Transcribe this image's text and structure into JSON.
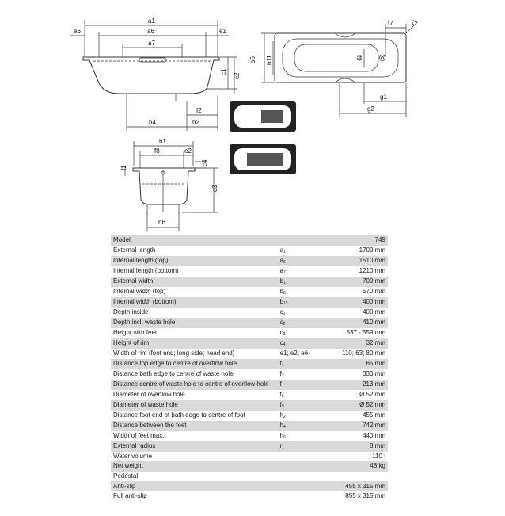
{
  "drawing_labels": {
    "a1": "a1",
    "a6": "a6",
    "a7": "a7",
    "e6": "e6",
    "e1": "e1",
    "c1": "c1",
    "c2": "c2",
    "b6": "b6",
    "b11": "b11",
    "f2": "f2",
    "h4": "h4",
    "h2": "h2",
    "f7": "f7",
    "r1": "r1",
    "f9": "f9",
    "g1": "g1",
    "g2": "g2",
    "b1": "b1",
    "f8": "f8",
    "e2": "e2",
    "f1": "f1",
    "c4": "c4",
    "c3": "c3",
    "h6": "h6"
  },
  "table": {
    "rows": [
      {
        "label": "Model",
        "sym": "",
        "sub": "",
        "value": "749"
      },
      {
        "label": "External length",
        "sym": "a",
        "sub": "1",
        "value": "1700 mm"
      },
      {
        "label": "Internal length (top)",
        "sym": "a",
        "sub": "6",
        "value": "1510 mm"
      },
      {
        "label": "Internal length (bottom)",
        "sym": "a",
        "sub": "7",
        "value": "1210 mm"
      },
      {
        "label": "External width",
        "sym": "b",
        "sub": "1",
        "value": "700 mm"
      },
      {
        "label": "Internal width (top)",
        "sym": "b",
        "sub": "6",
        "value": "570 mm"
      },
      {
        "label": "Internal width (bottom)",
        "sym": "b",
        "sub": "11",
        "value": "400 mm"
      },
      {
        "label": "Depth inside",
        "sym": "c",
        "sub": "1",
        "value": "400 mm"
      },
      {
        "label": "Depth incl. waste hole",
        "sym": "c",
        "sub": "2",
        "value": "410 mm"
      },
      {
        "label": "Height with feet",
        "sym": "c",
        "sub": "3",
        "value": "537 - 559 mm"
      },
      {
        "label": "Height of rim",
        "sym": "c",
        "sub": "4",
        "value": "32 mm"
      },
      {
        "label": "Width of rim (foot end; long side; head end)",
        "sym": "e1; e2; e6",
        "sub": "",
        "value": "110; 63; 80 mm"
      },
      {
        "label": "Distance top edge to centre of overflow hole",
        "sym": "f",
        "sub": "1",
        "value": "65 mm"
      },
      {
        "label": "Distance bath edge to centre of waste hole",
        "sym": "f",
        "sub": "2",
        "value": "330 mm"
      },
      {
        "label": "Distance centre of waste hole to centre of overflow hole",
        "sym": "f",
        "sub": "7",
        "value": "213 mm"
      },
      {
        "label": "Diameter of overflow hole",
        "sym": "f",
        "sub": "8",
        "value": "Ø 52 mm"
      },
      {
        "label": "Diameter of waste hole",
        "sym": "f",
        "sub": "9",
        "value": "Ø 52 mm"
      },
      {
        "label": "Distance foot end of bath edge to centre of foot",
        "sym": "h",
        "sub": "2",
        "value": "455 mm"
      },
      {
        "label": "Distance between the feet",
        "sym": "h",
        "sub": "4",
        "value": "742 mm"
      },
      {
        "label": "Width of feet max.",
        "sym": "h",
        "sub": "6",
        "value": "440 mm"
      },
      {
        "label": "External radius",
        "sym": "r",
        "sub": "1",
        "value": "8 mm"
      },
      {
        "label": "Water volume",
        "sym": "",
        "sub": "",
        "value": "110 l"
      },
      {
        "label": "Net weight",
        "sym": "",
        "sub": "",
        "value": "48 kg"
      },
      {
        "label": "Pedestal",
        "sym": "",
        "sub": "",
        "value": ""
      },
      {
        "label": "Anti-slip",
        "sym": "",
        "sub": "",
        "value": "455 x 315 mm"
      },
      {
        "label": "Full anti-slip",
        "sym": "",
        "sub": "",
        "value": "855 x 315 mm"
      }
    ]
  }
}
